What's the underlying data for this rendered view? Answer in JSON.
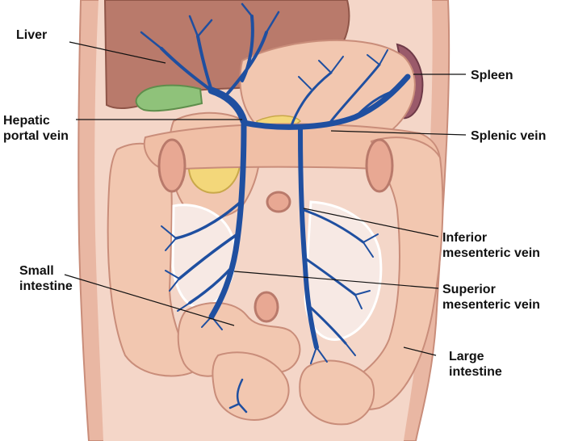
{
  "labels": {
    "liver": "Liver",
    "spleen": "Spleen",
    "hepatic_portal_vein": "Hepatic\nportal vein",
    "splenic_vein": "Splenic vein",
    "inferior_mesenteric_vein": "Inferior\nmesenteric vein",
    "small_intestine": "Small\nintestine",
    "superior_mesenteric_vein": "Superior\nmesenteric vein",
    "large_intestine": "Large\nintestine"
  },
  "colors": {
    "vein": "#1f4fa0",
    "vein_light": "#5b86c8",
    "tissue": "#f2c7b0",
    "tissue_dark": "#d99a86",
    "liver": "#b97a6b",
    "gallbladder": "#8fc27a",
    "pancreas": "#f3d77a",
    "spleen": "#9a5a6a",
    "body_wall": "#e9b7a3"
  }
}
